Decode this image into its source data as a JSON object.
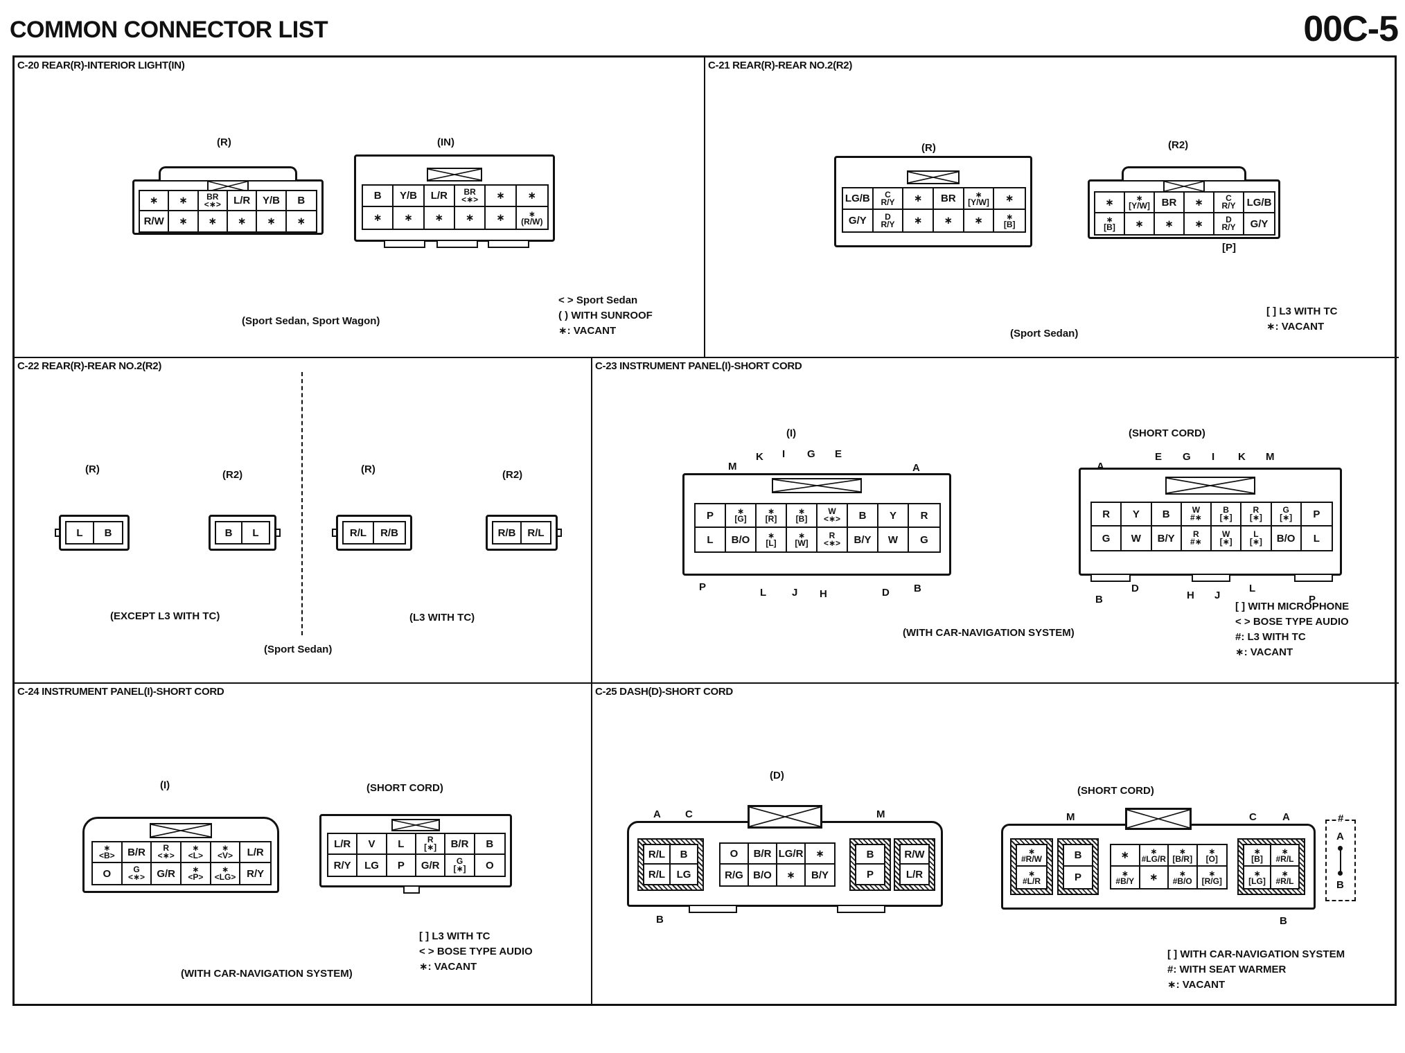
{
  "header": {
    "title": "COMMON CONNECTOR LIST",
    "page_number": "00C-5"
  },
  "c20": {
    "title": "C-20 REAR(R)-INTERIOR LIGHT(IN)",
    "left_label": "(R)",
    "right_label": "(IN)",
    "r_row1": [
      "∗",
      "∗",
      "BR\n<∗>",
      "L/R",
      "Y/B",
      "B"
    ],
    "r_row2": [
      "R/W",
      "∗",
      "∗",
      "∗",
      "∗",
      "∗"
    ],
    "in_row1": [
      "B",
      "Y/B",
      "L/R",
      "BR\n<∗>",
      "∗",
      "∗"
    ],
    "in_row2": [
      "∗",
      "∗",
      "∗",
      "∗",
      "∗",
      "∗\n(R/W)"
    ],
    "subtitle": "(Sport Sedan, Sport Wagon)",
    "notes": [
      "< > Sport Sedan",
      "( ) WITH SUNROOF",
      "∗: VACANT"
    ]
  },
  "c21": {
    "title": "C-21 REAR(R)-REAR NO.2(R2)",
    "left_label": "(R)",
    "right_label": "(R2)",
    "r_row1": [
      "LG/B",
      "C\nR/Y",
      "∗",
      "BR",
      "∗\n[Y/W]",
      "∗"
    ],
    "r_row2": [
      "G/Y",
      "D\nR/Y",
      "∗",
      "∗",
      "∗",
      "∗\n[B]"
    ],
    "r2_row1": [
      "∗",
      "∗\n[Y/W]",
      "BR",
      "∗",
      "C\nR/Y",
      "LG/B"
    ],
    "r2_row2": [
      "∗\n[B]",
      "∗",
      "∗",
      "∗",
      "D\nR/Y",
      "G/Y"
    ],
    "p_label": "[P]",
    "subtitle": "(Sport Sedan)",
    "notes": [
      "[ ] L3 WITH TC",
      "∗: VACANT"
    ]
  },
  "c22": {
    "title": "C-22 REAR(R)-REAR NO.2(R2)",
    "g1_r_label": "(R)",
    "g1_r_pins": [
      "L",
      "B"
    ],
    "g1_r2_label": "(R2)",
    "g1_r2_pins": [
      "B",
      "L"
    ],
    "g2_r_label": "(R)",
    "g2_r_pins": [
      "R/L",
      "R/B"
    ],
    "g2_r2_label": "(R2)",
    "g2_r2_pins": [
      "R/B",
      "R/L"
    ],
    "group1": "(EXCEPT L3 WITH TC)",
    "group2": "(L3 WITH TC)",
    "subtitle": "(Sport Sedan)"
  },
  "c23": {
    "title": "C-23 INSTRUMENT PANEL(I)-SHORT CORD",
    "left_label": "(I)",
    "right_label": "(SHORT CORD)",
    "i_top_letters": [
      "M",
      "K",
      "I",
      "G",
      "E",
      "A"
    ],
    "i_bottom_letters": [
      "P",
      "L",
      "J",
      "H",
      "D",
      "B"
    ],
    "i_row1": [
      "P",
      "∗\n[G]",
      "∗\n[R]",
      "∗\n[B]",
      "W\n<∗>",
      "B",
      "Y",
      "R"
    ],
    "i_row2": [
      "L",
      "B/O",
      "∗\n[L]",
      "∗\n[W]",
      "R\n<∗>",
      "B/Y",
      "W",
      "G"
    ],
    "s_top_letters": [
      "A",
      "E",
      "G",
      "I",
      "K",
      "M"
    ],
    "s_bottom_letters": [
      "B",
      "D",
      "H",
      "J",
      "L",
      "P"
    ],
    "s_row1": [
      "R",
      "Y",
      "B",
      "W\n#∗",
      "B\n[∗]",
      "R\n[∗]",
      "G\n[∗]",
      "P"
    ],
    "s_row2": [
      "G",
      "W",
      "B/Y",
      "R\n#∗",
      "W\n[∗]",
      "L\n[∗]",
      "B/O",
      "L"
    ],
    "subtitle": "(WITH CAR-NAVIGATION SYSTEM)",
    "notes": [
      "[ ] WITH MICROPHONE",
      "< > BOSE TYPE AUDIO",
      "#: L3 WITH TC",
      "∗: VACANT"
    ]
  },
  "c24": {
    "title": "C-24 INSTRUMENT PANEL(I)-SHORT CORD",
    "left_label": "(I)",
    "right_label": "(SHORT CORD)",
    "i_row1": [
      "∗\n<B>",
      "B/R",
      "R\n<∗>",
      "∗\n<L>",
      "∗\n<V>",
      "L/R"
    ],
    "i_row2": [
      "O",
      "G\n<∗>",
      "G/R",
      "∗\n<P>",
      "∗\n<LG>",
      "R/Y"
    ],
    "s_row1": [
      "L/R",
      "V",
      "L",
      "R\n[∗]",
      "B/R",
      "B"
    ],
    "s_row2": [
      "R/Y",
      "LG",
      "P",
      "G/R",
      "G\n[∗]",
      "O"
    ],
    "subtitle": "(WITH CAR-NAVIGATION SYSTEM)",
    "notes": [
      "[ ] L3 WITH TC",
      "< > BOSE TYPE AUDIO",
      "∗: VACANT"
    ]
  },
  "c25": {
    "title": "C-25 DASH(D)-SHORT CORD",
    "left_label": "(D)",
    "right_label": "(SHORT CORD)",
    "d_letters": {
      "a": "A",
      "c": "C",
      "m": "M",
      "b": "B"
    },
    "d_g1": [
      "R/L",
      "B",
      "R/L",
      "LG"
    ],
    "d_g2": [
      "O",
      "B/R",
      "LG/R",
      "∗",
      "R/G",
      "B/O",
      "∗",
      "B/Y"
    ],
    "d_g3": [
      "B",
      "P"
    ],
    "d_g4": [
      "R/W",
      "L/R"
    ],
    "s_letters": {
      "m": "M",
      "c": "C",
      "a": "A",
      "b": "B"
    },
    "s_g1": [
      "∗\n#R/W",
      "∗\n#L/R"
    ],
    "s_g2": [
      "B",
      "P"
    ],
    "s_g3": [
      "∗",
      "∗\n#LG/R",
      "∗\n[B/R]",
      "∗\n[O]",
      "∗\n#B/Y",
      "∗",
      "∗\n#B/O",
      "∗\n[R/G]"
    ],
    "s_g4": [
      "∗\n[B]",
      "∗\n#R/L",
      "∗\n[LG]",
      "∗\n#R/L"
    ],
    "legend": {
      "top": "#",
      "a": "A",
      "b": "B"
    },
    "notes": [
      "[ ] WITH CAR-NAVIGATION SYSTEM",
      "#: WITH SEAT WARMER",
      "∗: VACANT"
    ]
  }
}
